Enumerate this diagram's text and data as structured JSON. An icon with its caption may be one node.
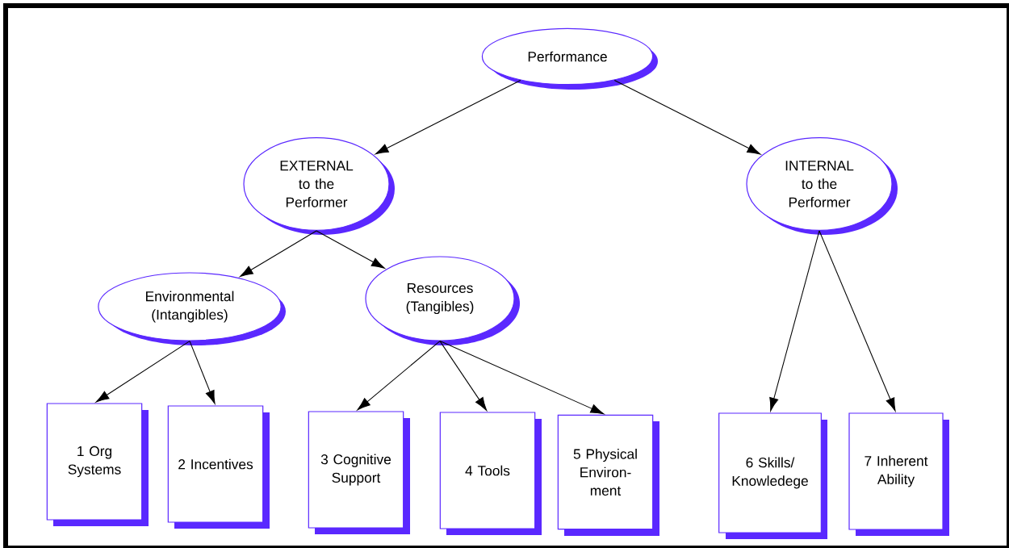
{
  "diagram": {
    "nodes": [
      {
        "text": [
          "Performance"
        ]
      },
      {
        "text": [
          "EXTERNAL to the Performer"
        ]
      },
      {
        "text": [
          "INTERNAL to the Performer"
        ]
      },
      {
        "text": [
          "Environmental (Intangibles)"
        ]
      },
      {
        "text": [
          "Resources (Tangibles)"
        ]
      },
      {
        "text": [
          "1 Org Systems"
        ]
      },
      {
        "text": [
          "2 Incentives"
        ]
      },
      {
        "text": [
          "3 Cognitive Support"
        ]
      },
      {
        "text": [
          "4 Tools"
        ]
      },
      {
        "text": [
          "5 Physical Environ-ment"
        ]
      },
      {
        "text": [
          "6 Skills/ Knowledege"
        ]
      },
      {
        "text": [
          "7 Inherent Ability"
        ]
      }
    ],
    "edges": [
      {
        "from": 0,
        "to": 1,
        "arrow": "to"
      },
      {
        "from": 0,
        "to": 2,
        "arrow": "to"
      },
      {
        "from": 1,
        "to": 3,
        "arrow": "to"
      },
      {
        "from": 1,
        "to": 4,
        "arrow": "to"
      },
      {
        "from": 3,
        "to": 5,
        "arrow": "to"
      },
      {
        "from": 3,
        "to": 6,
        "arrow": "to"
      },
      {
        "from": 4,
        "to": 7,
        "arrow": "to"
      },
      {
        "from": 4,
        "to": 8,
        "arrow": "to"
      },
      {
        "from": 4,
        "to": 9,
        "arrow": "to"
      },
      {
        "from": 2,
        "to": 10,
        "arrow": "to"
      },
      {
        "from": 2,
        "to": 11,
        "arrow": "to"
      }
    ]
  }
}
